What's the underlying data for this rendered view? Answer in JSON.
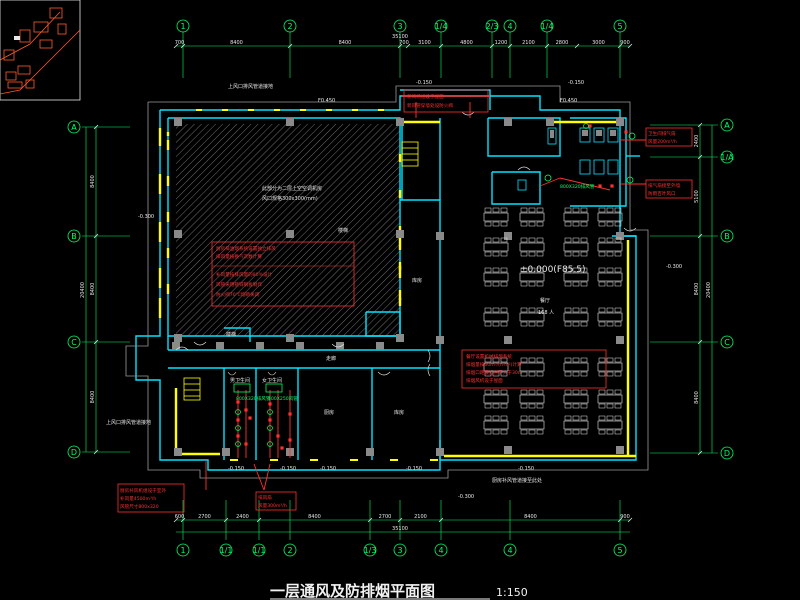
{
  "title": {
    "main": "一层通风及防排烟平面图",
    "scale": "1:150"
  },
  "axes": {
    "top": [
      "1",
      "2",
      "3",
      "1/4",
      "2/3",
      "4",
      "1/4",
      "5"
    ],
    "bottom": [
      "1",
      "1/1",
      "1/1",
      "2",
      "1/3",
      "3",
      "4",
      "4",
      "5"
    ],
    "left": [
      "A",
      "B",
      "C",
      "D"
    ],
    "right": [
      "A",
      "1/A",
      "B",
      "C",
      "D"
    ]
  },
  "dimensions": {
    "top_segments": [
      "700",
      "8400",
      "8400",
      "700",
      "3100",
      "4800",
      "1200",
      "2100",
      "2800",
      "3000",
      "900"
    ],
    "top_total": "35100",
    "bottom_segments": [
      "600",
      "2700",
      "2400",
      "8400",
      "2700",
      "2100",
      "8400",
      "900"
    ],
    "bottom_total": "35100",
    "left": [
      "8400",
      "20400",
      "8400"
    ],
    "right": [
      "8400",
      "2400",
      "5100",
      "20400",
      "8400"
    ]
  },
  "levels": {
    "main": "±0.000(F85.5)",
    "outdoor": "-0.150",
    "outdoor2": "-0.300",
    "floor": "F0.450",
    "floor_b": "F0.450"
  },
  "rooms": {
    "restaurant": "餐厅",
    "restaurant_people": "168 人",
    "kitchen": "厨房",
    "storage": "库房",
    "male_wc": "男卫生间",
    "female_wc": "女卫生间",
    "stair": "楼梯",
    "corridor": "走廊"
  },
  "notes": {
    "courtyard": [
      "此部分为二层上空空调机房",
      "风口规格300x300(mm)"
    ],
    "top_label": "上风口排风管道接地",
    "left_label": "上风口排风管道接地",
    "bottom_label": "厨房补风管道接至此处",
    "red_center": [
      "厨房排油烟系统设置独立排风",
      "排风量按换气次数计算",
      "补风量按排风量的80%设计",
      "风管采用镀锌钢板制作",
      "防火阀70℃熔断关闭"
    ],
    "red_restaurant": [
      "餐厅设置机械排烟系统",
      "排烟量按60m³/(h·m²)计算",
      "排烟口距最远点不大于30m",
      "排烟风机设于屋面"
    ],
    "red_top": [
      "新风机组设于屋面",
      "新风管穿墙处设防火阀"
    ],
    "red_right": [
      "卫生间排气扇",
      "风量200m³/h"
    ],
    "red_right2": [
      "排气扇接至外墙",
      "防雨百叶风口"
    ],
    "red_bottom": [
      "厨房补风机组设于室外",
      "补风量4500m³/h",
      "风管尺寸800x320"
    ],
    "red_bottom_small": [
      "排风扇",
      "风量300m³/h"
    ],
    "wc_fan": "800X320排风管",
    "wc_fan_b": "500X250风管"
  },
  "colors": {
    "background": "#000000",
    "wall": "#00e5ff",
    "axis": "#00ff66",
    "dim": "#e8e8e8",
    "red": "#ff3030",
    "yellow": "#ffff00",
    "column": "#8a8a8a",
    "hatch": "#6f6f6f"
  }
}
